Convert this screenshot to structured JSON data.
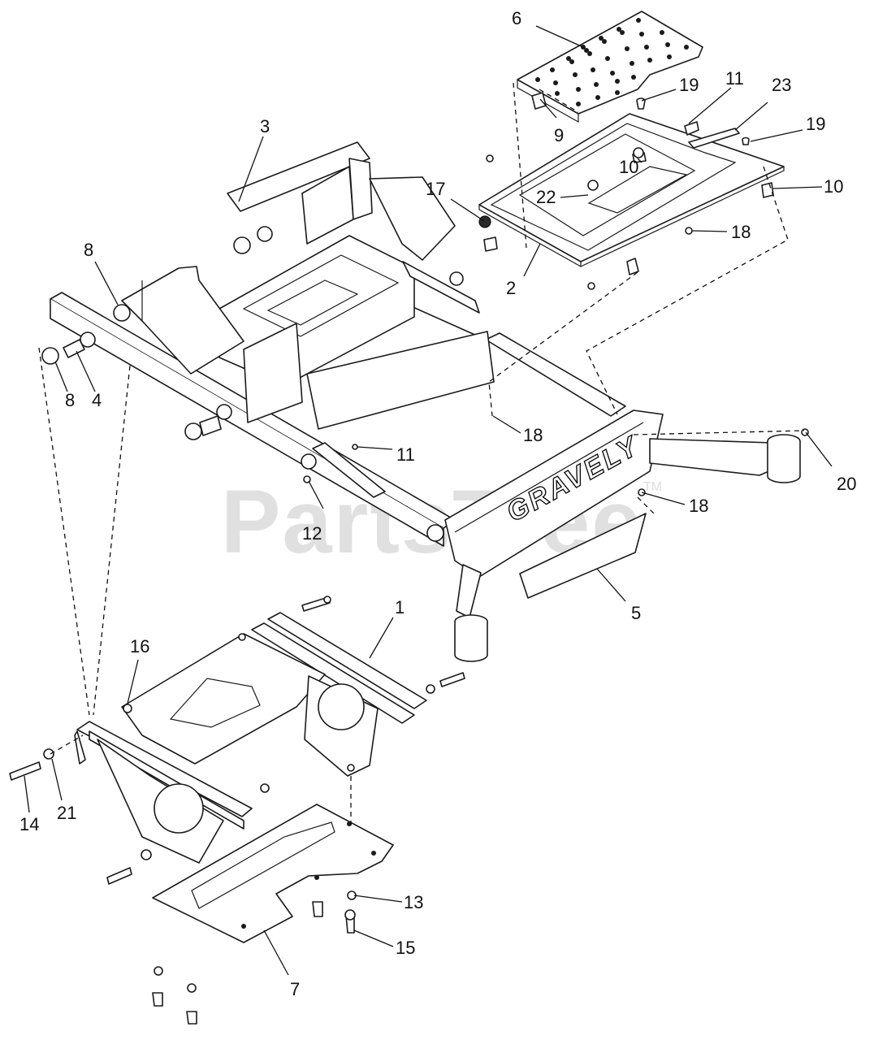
{
  "watermark": {
    "text": "PartsTree",
    "trademark": "TM"
  },
  "brand_text": "GRAVELY",
  "callouts": [
    {
      "id": "c1",
      "label": "1"
    },
    {
      "id": "c2",
      "label": "2"
    },
    {
      "id": "c3",
      "label": "3"
    },
    {
      "id": "c4",
      "label": "4"
    },
    {
      "id": "c5",
      "label": "5"
    },
    {
      "id": "c6",
      "label": "6"
    },
    {
      "id": "c7",
      "label": "7"
    },
    {
      "id": "c8a",
      "label": "8"
    },
    {
      "id": "c8b",
      "label": "8"
    },
    {
      "id": "c9",
      "label": "9"
    },
    {
      "id": "c10a",
      "label": "10"
    },
    {
      "id": "c10b",
      "label": "10"
    },
    {
      "id": "c11a",
      "label": "11"
    },
    {
      "id": "c11b",
      "label": "11"
    },
    {
      "id": "c12",
      "label": "12"
    },
    {
      "id": "c13",
      "label": "13"
    },
    {
      "id": "c14",
      "label": "14"
    },
    {
      "id": "c15",
      "label": "15"
    },
    {
      "id": "c16",
      "label": "16"
    },
    {
      "id": "c17",
      "label": "17"
    },
    {
      "id": "c18a",
      "label": "18"
    },
    {
      "id": "c18b",
      "label": "18"
    },
    {
      "id": "c18c",
      "label": "18"
    },
    {
      "id": "c19a",
      "label": "19"
    },
    {
      "id": "c19b",
      "label": "19"
    },
    {
      "id": "c20",
      "label": "20"
    },
    {
      "id": "c21",
      "label": "21"
    },
    {
      "id": "c22",
      "label": "22"
    },
    {
      "id": "c23",
      "label": "23"
    }
  ]
}
